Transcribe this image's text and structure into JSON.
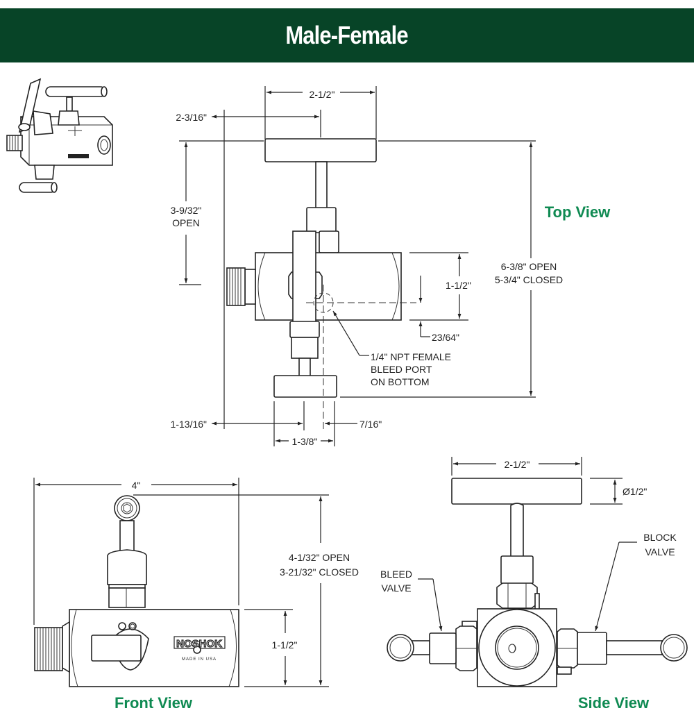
{
  "title": "Male-Female",
  "colors": {
    "header_bg": "#074427",
    "view_label": "#0f8a52"
  },
  "top_view": {
    "label": "Top View",
    "dims": {
      "handle_width": "2-1/2\"",
      "offset_left": "2-3/16\"",
      "open_height_value": "3-9/32\"",
      "open_height_note": "OPEN",
      "body_height": "1-1/2\"",
      "port_offset": "23/64\"",
      "overall_open": "6-3/8\" OPEN",
      "overall_closed": "5-3/4\" CLOSED",
      "bottom_left": "1-13/16\"",
      "bottom_right": "7/16\"",
      "bottom_handle": "1-3/8\""
    },
    "callout": [
      "1/4\" NPT FEMALE",
      "BLEED PORT",
      "ON BOTTOM"
    ]
  },
  "front_view": {
    "label": "Front View",
    "dims": {
      "length": "4\"",
      "height_open": "4-1/32\" OPEN",
      "height_closed": "3-21/32\" CLOSED",
      "body_height": "1-1/2\""
    },
    "logo": "NOSHOK",
    "logo_sub": "MADE IN USA"
  },
  "side_view": {
    "label": "Side View",
    "dims": {
      "handle_width": "2-1/2\"",
      "handle_diameter": "Ø1/2\""
    },
    "bleed_valve": [
      "BLEED",
      "VALVE"
    ],
    "block_valve": [
      "BLOCK",
      "VALVE"
    ]
  }
}
